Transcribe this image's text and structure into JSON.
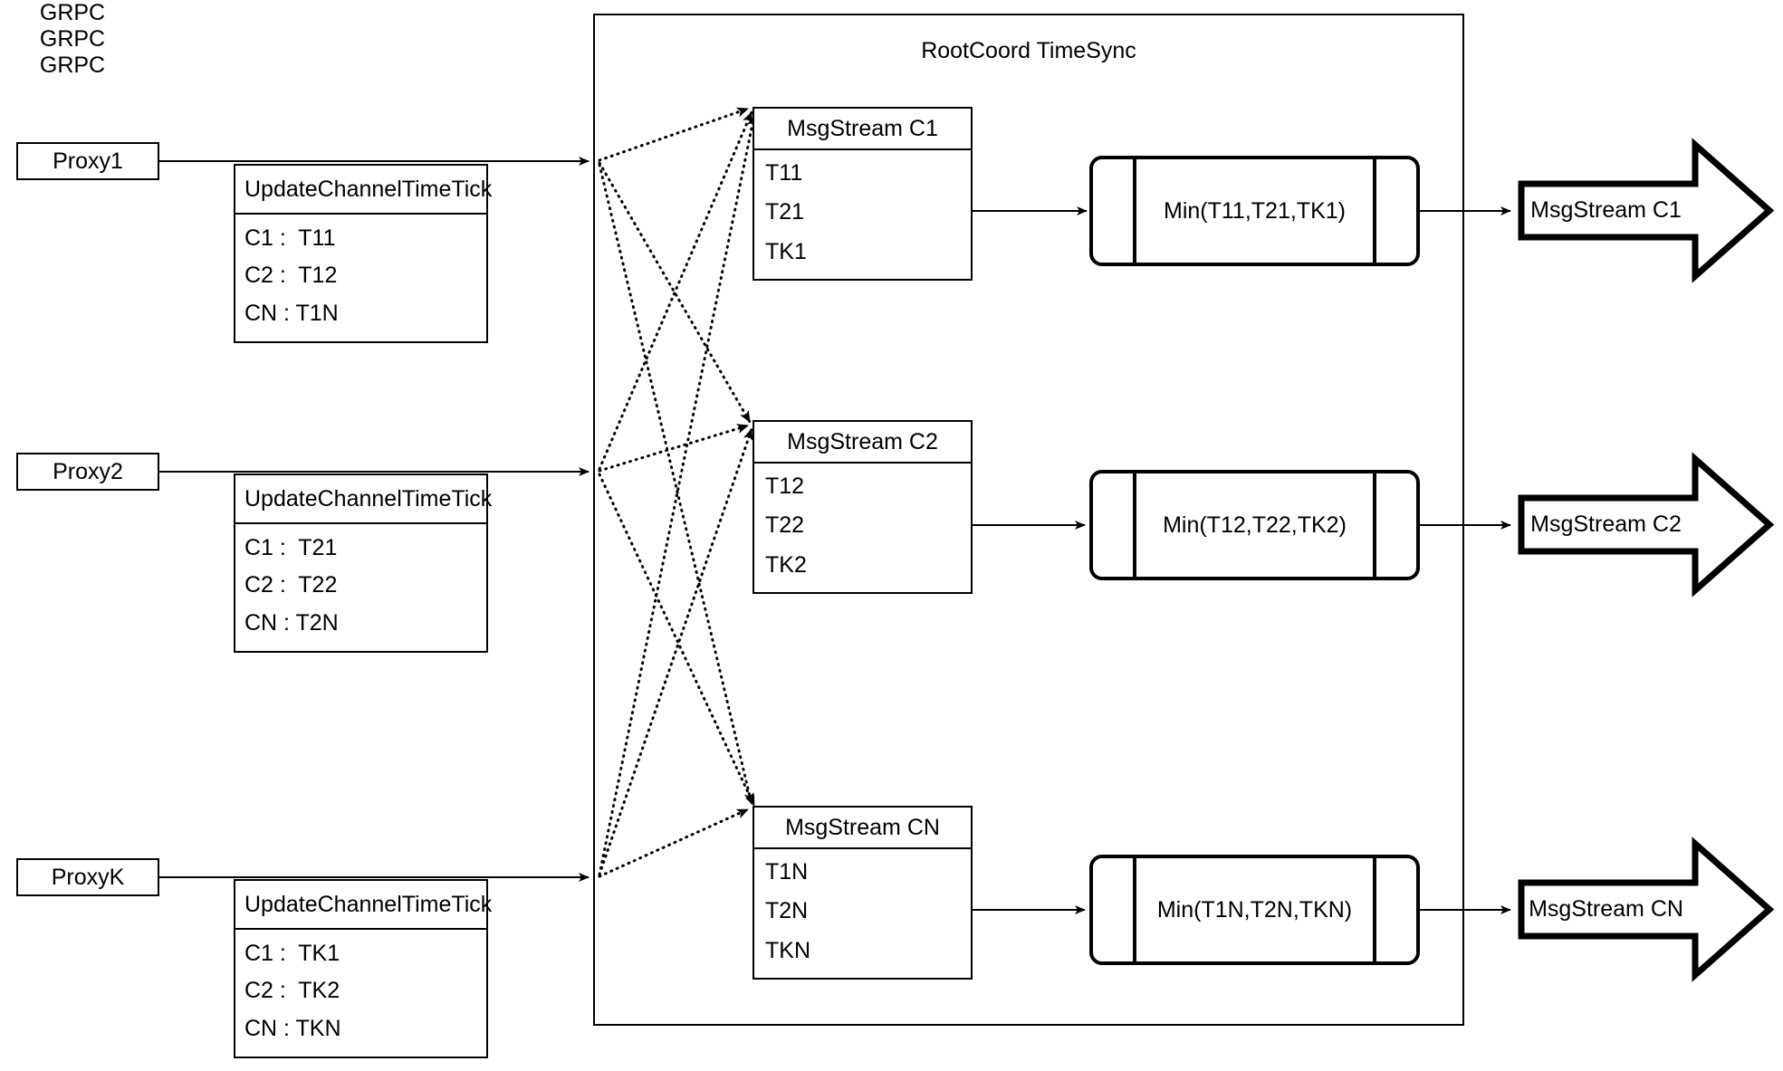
{
  "diagram": {
    "title": "RootCoord TimeSync",
    "connector_label": "GRPC",
    "colors": {
      "stroke": "#000000",
      "background": "#ffffff"
    }
  },
  "proxies": [
    {
      "name": "Proxy1",
      "link_label": "GRPC",
      "message": {
        "title": "UpdateChannelTimeTick",
        "rows": [
          "C1 :  T11",
          "C2 :  T12",
          "CN : T1N"
        ]
      }
    },
    {
      "name": "Proxy2",
      "link_label": "GRPC",
      "message": {
        "title": "UpdateChannelTimeTick",
        "rows": [
          "C1 :  T21",
          "C2 :  T22",
          "CN : T2N"
        ]
      }
    },
    {
      "name": "ProxyK",
      "link_label": "GRPC",
      "message": {
        "title": "UpdateChannelTimeTick",
        "rows": [
          "C1 :  TK1",
          "C2 :  TK2",
          "CN : TKN"
        ]
      }
    }
  ],
  "channels": [
    {
      "stream": {
        "title": "MsgStream C1",
        "rows": [
          "T11",
          "T21",
          "TK1"
        ]
      },
      "min": {
        "label": "Min(T11,T21,TK1)"
      },
      "output": {
        "label": "MsgStream C1"
      }
    },
    {
      "stream": {
        "title": "MsgStream C2",
        "rows": [
          "T12",
          "T22",
          "TK2"
        ]
      },
      "min": {
        "label": "Min(T12,T22,TK2)"
      },
      "output": {
        "label": "MsgStream C2"
      }
    },
    {
      "stream": {
        "title": "MsgStream CN",
        "rows": [
          "T1N",
          "T2N",
          "TKN"
        ]
      },
      "min": {
        "label": "Min(T1N,T2N,TKN)"
      },
      "output": {
        "label": "MsgStream CN"
      }
    }
  ]
}
